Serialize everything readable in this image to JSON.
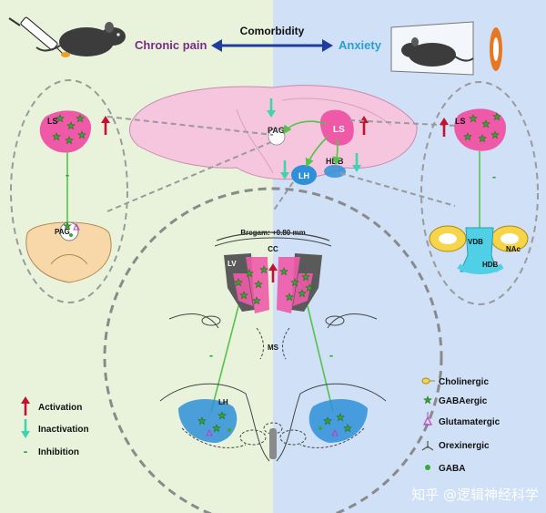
{
  "header": {
    "left_condition": "Chronic pain",
    "center_label": "Comorbidity",
    "right_condition": "Anxiety"
  },
  "brain": {
    "ls": "LS",
    "pag": "PAG",
    "lh": "LH",
    "hdb": "HDB"
  },
  "left_panel": {
    "ls": "LS",
    "pag": "PAG",
    "inhibition_sign": "-"
  },
  "right_panel": {
    "ls": "LS",
    "vdb": "VDB",
    "hdb": "HDB",
    "nac": "NAc",
    "inhibition_sign": "-"
  },
  "center_section": {
    "bregma": "Bregam: +0.80 mm",
    "cc": "CC",
    "lv": "LV",
    "ms": "MS",
    "lh": "LH",
    "left_sign": "-",
    "right_sign": "-"
  },
  "legend_left": {
    "activation": "Activation",
    "inactivation": "Inactivation",
    "inhibition": "Inhibition",
    "inhibition_sign": "-"
  },
  "legend_right": {
    "cholinergic": "Cholinergic",
    "gabaergic": "GABAergic",
    "glutamatergic": "Glutamatergic",
    "orexinergic": "Orexinergic",
    "gaba": "GABA"
  },
  "watermark": "知乎 @逻辑神经科学",
  "colors": {
    "left_background": "#e9f3dc",
    "right_background": "#cfe0f7",
    "chronic_pain_text": "#7b2a87",
    "anxiety_text": "#2a9fd6",
    "double_arrow": "#1f3d9a",
    "brain_fill": "#f5c6de",
    "ls_fill": "#ee5aa8",
    "lh_fill": "#2f8fd8",
    "projection_line": "#55c24a",
    "activation_arrow": "#c8102e",
    "inactivation_arrow": "#3fd4b0",
    "dashed_outline": "#8a8a8a"
  }
}
